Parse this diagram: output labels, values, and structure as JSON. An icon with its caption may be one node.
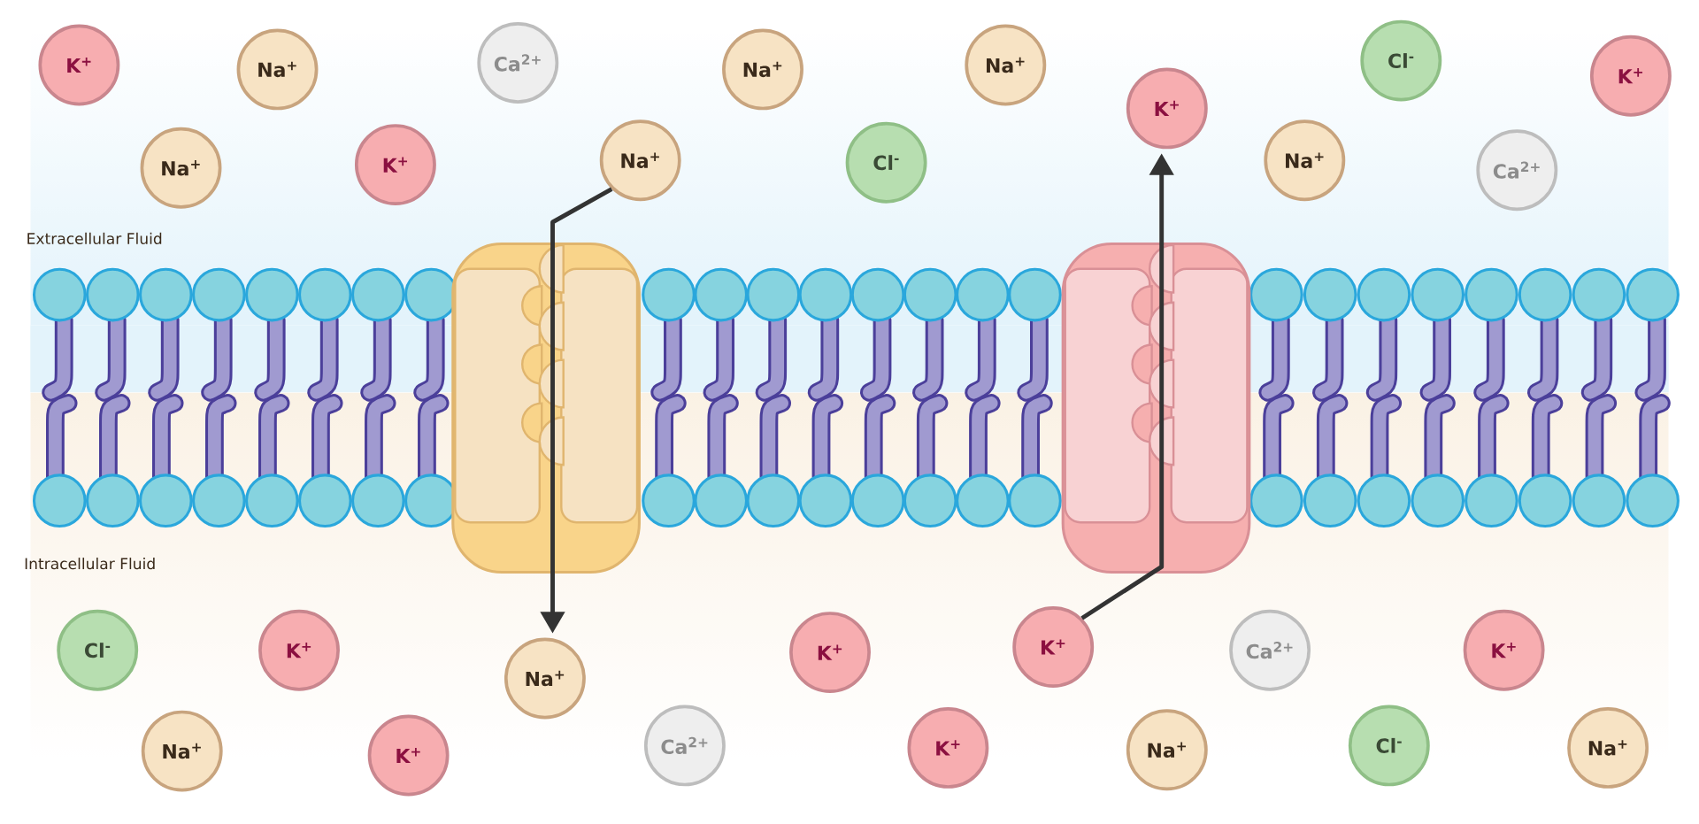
{
  "diagram": {
    "nodes": [
      {
        "text": [
          "K$^{+}$"
        ]
      },
      {
        "text": [
          "Na$^{+}$"
        ]
      },
      {
        "text": [
          "Ca$^{2+}$"
        ]
      },
      {
        "text": [
          "Na$^{+}$"
        ]
      },
      {
        "text": [
          "Na$^{+}$"
        ]
      },
      {
        "text": [
          "Cl$^{-}$"
        ]
      },
      {
        "text": [
          "K$^{+}$"
        ]
      },
      {
        "text": [
          "K$^{+}$"
        ]
      },
      {
        "text": [
          "Na$^{+}$"
        ]
      },
      {
        "text": [
          "K$^{+}$"
        ]
      },
      {
        "text": [
          "Na$^{+}$"
        ]
      },
      {
        "text": [
          "Cl$^{-}$"
        ]
      },
      {
        "text": [
          "Na$^{+}$"
        ]
      },
      {
        "text": [
          "Ca$^{2+}$"
        ]
      },
      {
        "text": [
          "Cl$^{-}$"
        ]
      },
      {
        "text": [
          "K$^{+}$"
        ]
      },
      {
        "text": [
          "Na$^{+}$"
        ]
      },
      {
        "text": [
          "K$^{+}$"
        ]
      },
      {
        "text": [
          "K$^{+}$"
        ]
      },
      {
        "text": [
          "Ca$^{2+}$"
        ]
      },
      {
        "text": [
          "K$^{+}$"
        ]
      },
      {
        "text": [
          "Na$^{+}$"
        ]
      },
      {
        "text": [
          "K$^{+}$"
        ]
      },
      {
        "text": [
          "Ca$^{2+}$"
        ]
      },
      {
        "text": [
          "K$^{+}$"
        ]
      },
      {
        "text": [
          "Na$^{+}$"
        ]
      },
      {
        "text": [
          "Cl$^{-}$"
        ]
      },
      {
        "text": [
          "Na$^{+}$"
        ]
      }
    ],
    "edges": [
      {
        "from": 10,
        "to": 16,
        "arrow": "to"
      },
      {
        "from": 18,
        "to": 7,
        "arrow": "to"
      }
    ],
    "labels": [
      "Extracellular Fluid",
      "Intracellular Fluid"
    ]
  }
}
